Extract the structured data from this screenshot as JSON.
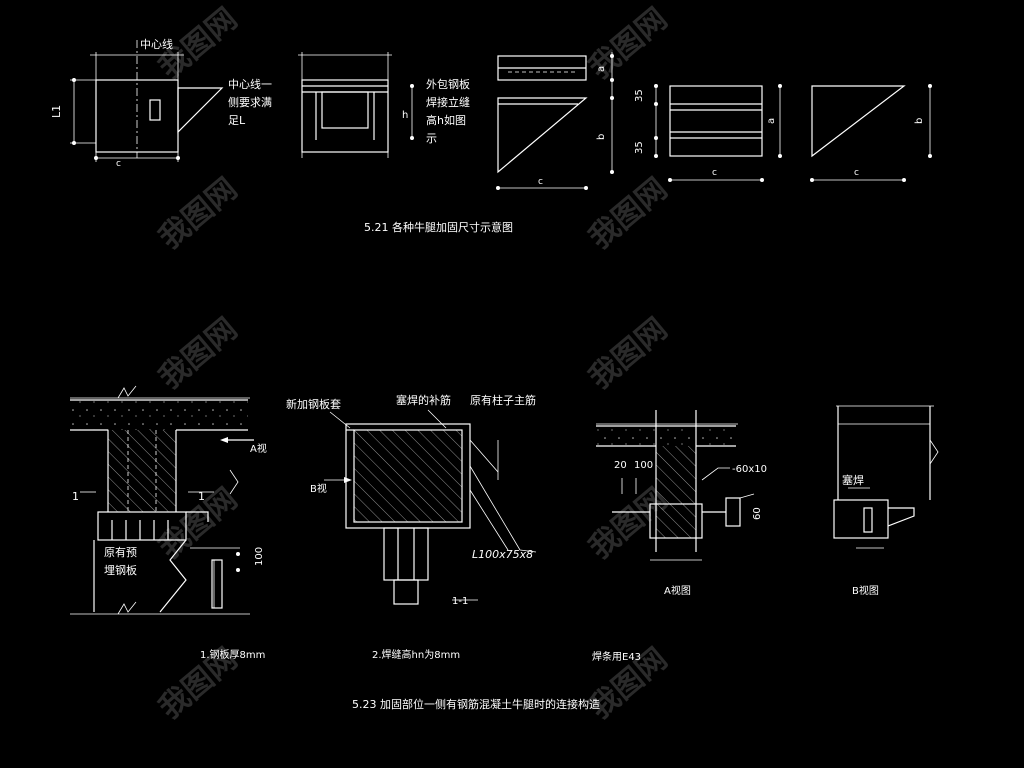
{
  "fig521": {
    "caption": "5.21 各种牛腿加固尺寸示意图",
    "centerline": "中心线",
    "l1": "L1",
    "c": "c",
    "note1_line1": "中心线一",
    "note1_line2": "侧要求满",
    "note1_line3": "足L",
    "h": "h",
    "note2_line1": "外包钢板",
    "note2_line2": "焊接立缝",
    "note2_line3": "高h如图",
    "note2_line4": "示",
    "a": "a",
    "b": "b",
    "dim35": "35"
  },
  "fig523": {
    "caption": "5.23 加固部位一侧有钢筋混凝土牛腿时的连接构造",
    "view_a_arrow": "A视",
    "view_b_arrow": "B视",
    "section_mark": "1",
    "existing_plate_line1": "原有预",
    "existing_plate_line2": "埋钢板",
    "dim100": "100",
    "note_plate": "1.钢板厚8mm",
    "new_sleeve": "新加钢板套",
    "plug_weld_bar": "塞焊的补筋",
    "column_bar": "原有柱子主筋",
    "angle": "L100x75x8",
    "section_11": "1-1",
    "note_weld": "2.焊缝高hn为8mm",
    "dim20": "20",
    "dim100b": "100",
    "flat_bar": "-60x10",
    "dim60": "60",
    "view_a": "A视图",
    "electrode": "焊条用E43",
    "plug_weld": "塞焊",
    "view_b": "B视图"
  },
  "watermark": "我图网"
}
